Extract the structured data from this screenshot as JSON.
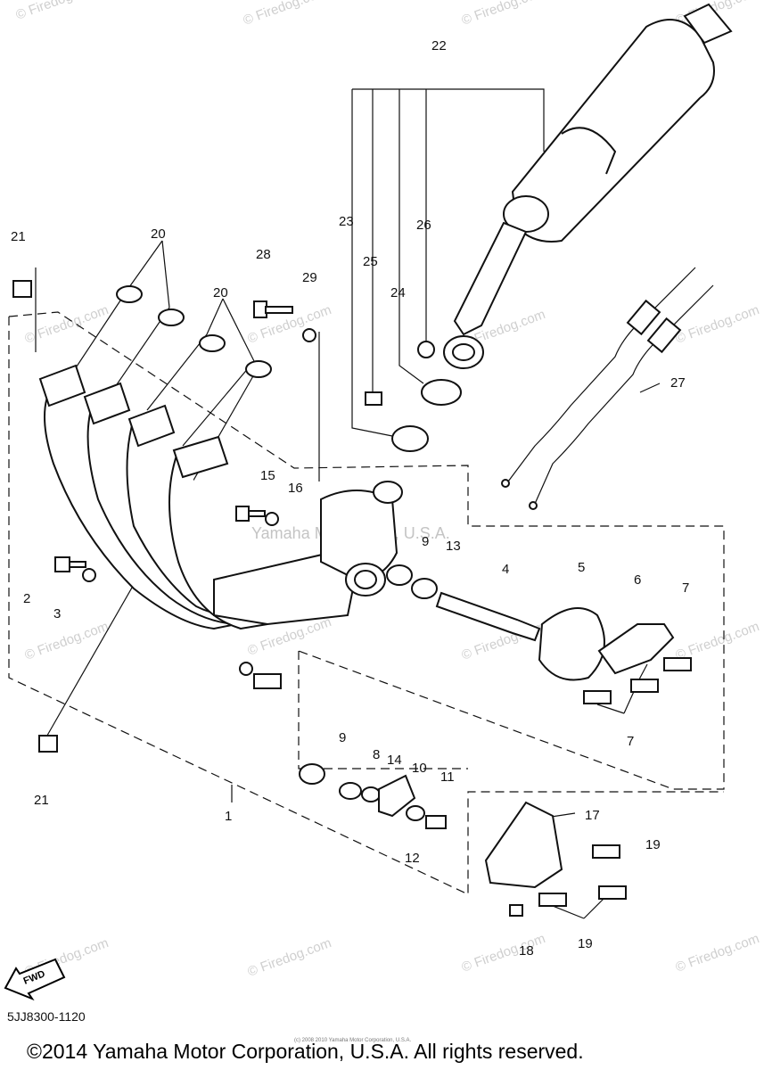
{
  "diagram": {
    "reference_code": "5JJ8300-1120",
    "copyright": "©2014 Yamaha Motor Corporation, U.S.A. All rights reserved.",
    "tiny_copyright": "(c) 2008 2010 Yamaha Motor Corporation, U.S.A.",
    "center_watermark": "Yamaha Motor Corp, U.S.A.",
    "watermark_text": "© Firedog.com",
    "fwd_label": "FWD",
    "callouts": {
      "c1": "1",
      "c2": "2",
      "c3": "3",
      "c4": "4",
      "c5": "5",
      "c6": "6",
      "c7a": "7",
      "c7b": "7",
      "c8": "8",
      "c9a": "9",
      "c9b": "9",
      "c10": "10",
      "c11": "11",
      "c12": "12",
      "c13": "13",
      "c14": "14",
      "c15": "15",
      "c16": "16",
      "c17": "17",
      "c18": "18",
      "c19a": "19",
      "c19b": "19",
      "c20a": "20",
      "c20b": "20",
      "c21a": "21",
      "c21b": "21",
      "c22": "22",
      "c23": "23",
      "c24": "24",
      "c25": "25",
      "c26": "26",
      "c27": "27",
      "c28": "28",
      "c29": "29"
    }
  }
}
